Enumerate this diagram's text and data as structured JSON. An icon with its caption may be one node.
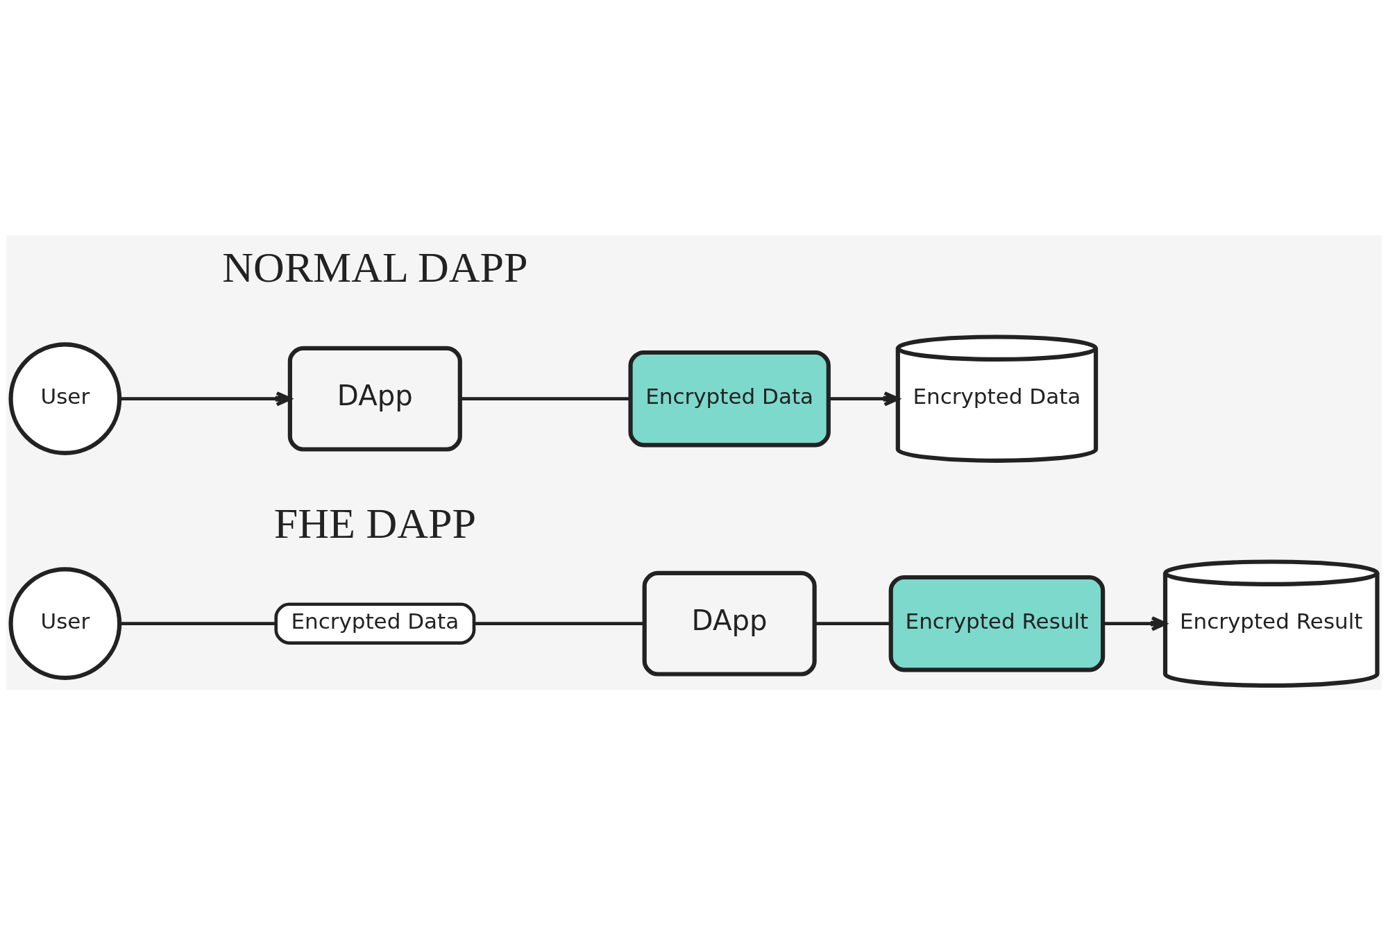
{
  "diagram": {
    "nodes": [
      {
        "text": [
          "User"
        ]
      },
      {
        "text": [
          "DApp"
        ]
      },
      {
        "text": [
          "Encrypted Data"
        ]
      },
      {
        "text": [
          "Encrypted Data"
        ]
      },
      {
        "text": [
          "User"
        ]
      },
      {
        "text": [
          "Encrypted Data"
        ]
      },
      {
        "text": [
          "DApp"
        ]
      },
      {
        "text": [
          "Encrypted Result"
        ]
      },
      {
        "text": [
          "Encrypted Result"
        ]
      }
    ],
    "edges": [
      {
        "from": 0,
        "to": 1,
        "arrow": "to"
      },
      {
        "from": 1,
        "to": 2,
        "arrow": "none"
      },
      {
        "from": 2,
        "to": 3,
        "arrow": "to"
      },
      {
        "from": 4,
        "to": 5,
        "arrow": "none"
      },
      {
        "from": 5,
        "to": 6,
        "arrow": "none"
      },
      {
        "from": 6,
        "to": 7,
        "arrow": "none"
      },
      {
        "from": 7,
        "to": 8,
        "arrow": "to"
      }
    ],
    "labels": [
      "NORMAL DAPP",
      "FHE DAPP"
    ]
  }
}
